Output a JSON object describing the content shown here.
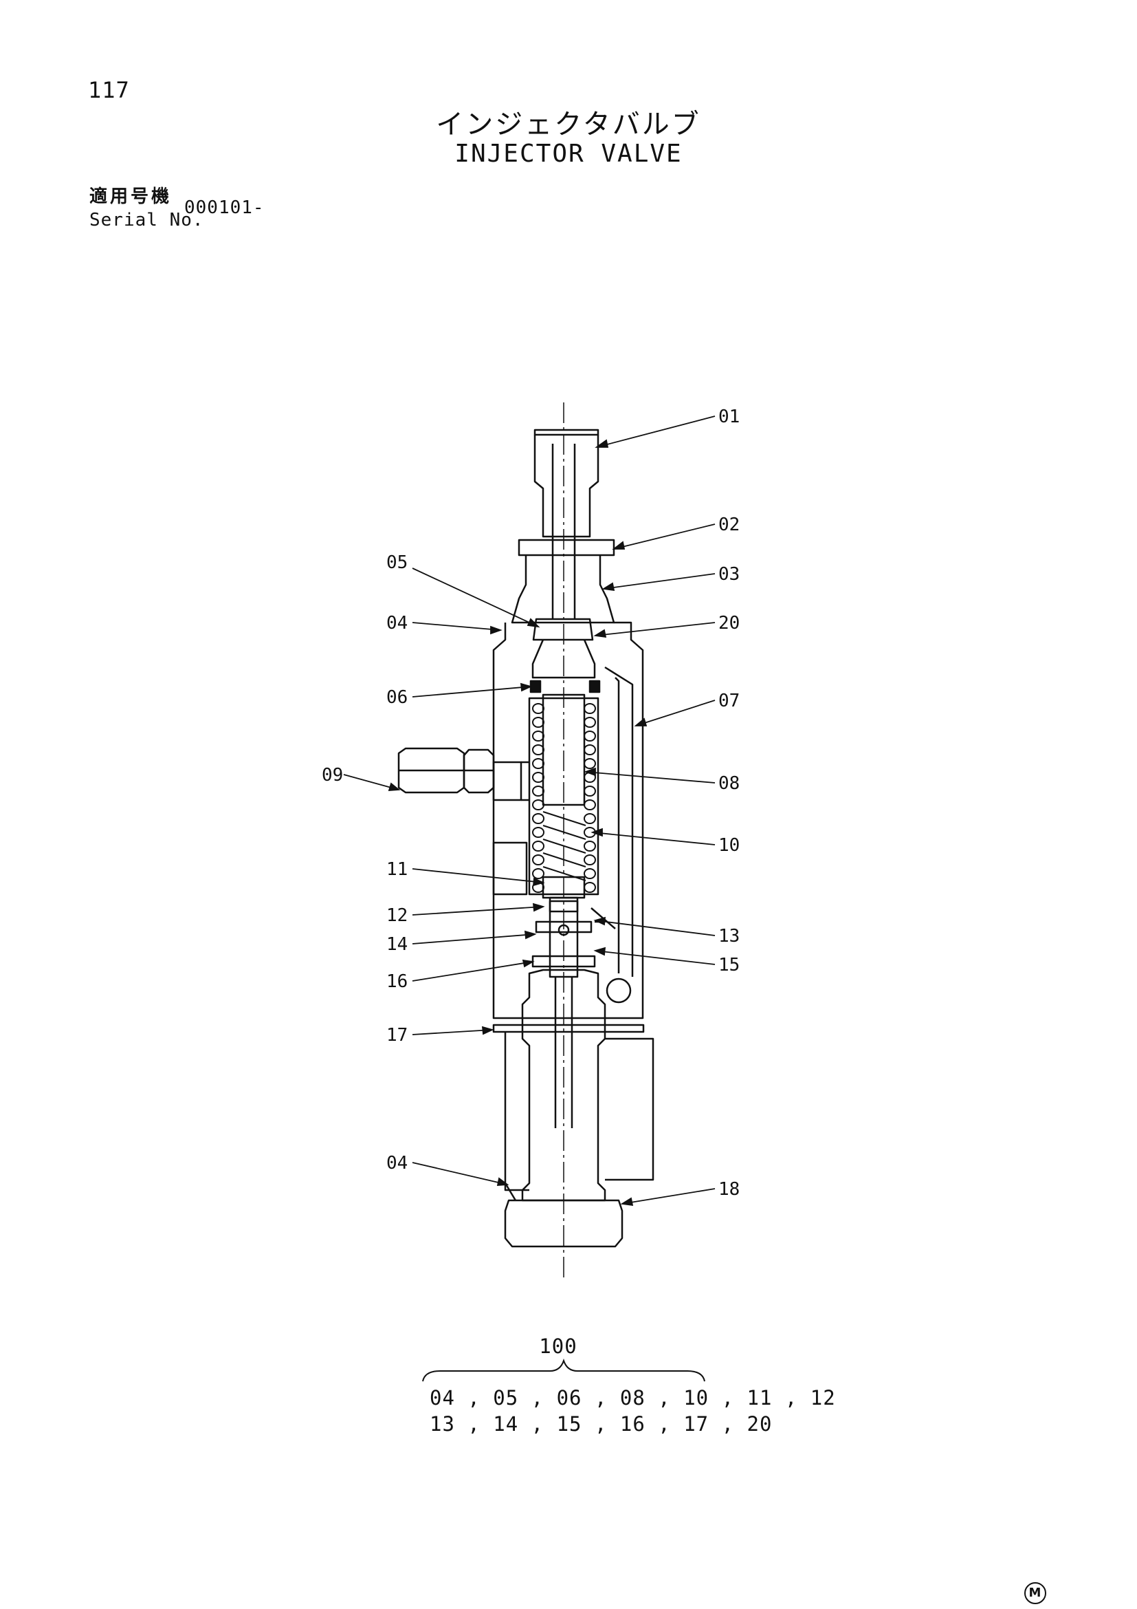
{
  "page": {
    "number": "117"
  },
  "title": {
    "japanese": "インジェクタバルブ",
    "english": "INJECTOR VALVE"
  },
  "serial": {
    "label_jp": "適用号機",
    "label_en": "Serial No.",
    "value": "000101-"
  },
  "callouts": [
    "01",
    "02",
    "03",
    "20",
    "07",
    "08",
    "10",
    "13",
    "15",
    "18",
    "05",
    "04",
    "06",
    "09",
    "11",
    "12",
    "14",
    "16",
    "17",
    "04"
  ],
  "kit": {
    "number": "100",
    "line1": "04 , 05 , 06 , 08 , 10 , 11 , 12",
    "line2": "13 , 14 , 15 , 16 , 17 , 20"
  },
  "mark": "M"
}
